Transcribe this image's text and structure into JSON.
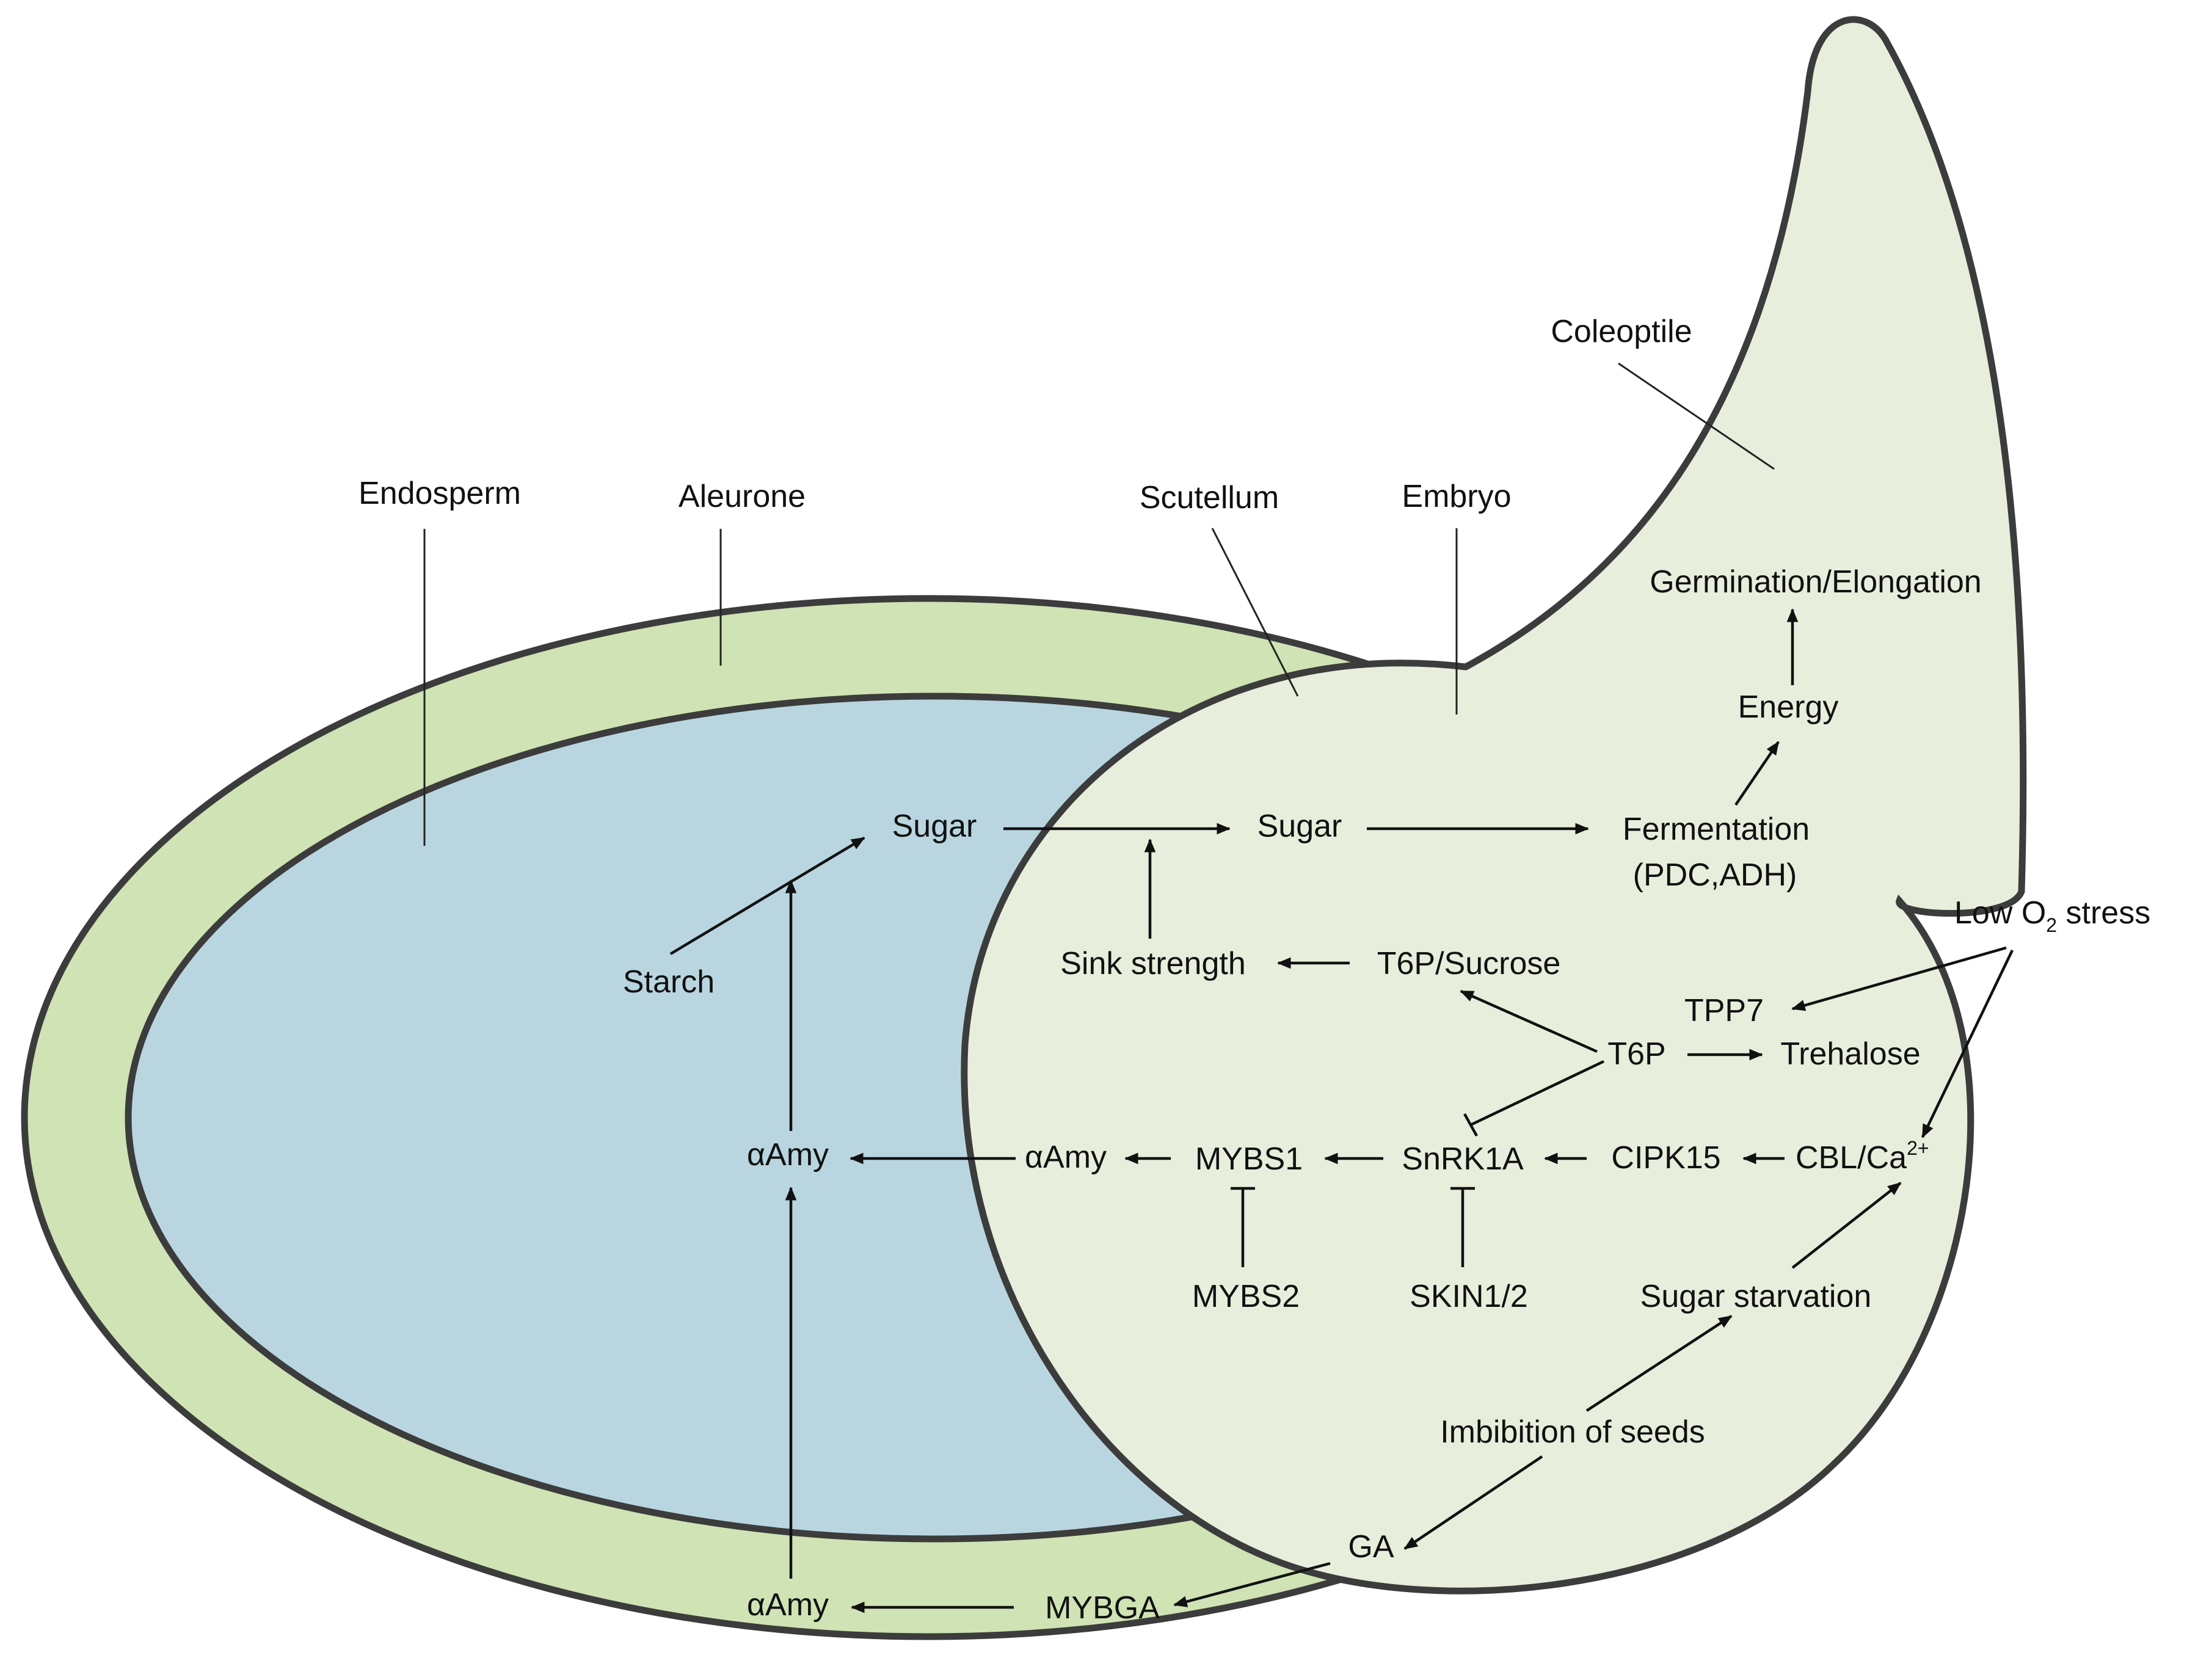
{
  "colors": {
    "aleurone": "#cfe3b4",
    "endosperm": "#b9d6e0",
    "embryo": "#e8eedc",
    "outline": "#3c3c3c",
    "text": "#111111"
  },
  "regions": {
    "endosperm": "Endosperm",
    "aleurone": "Aleurone",
    "scutellum": "Scutellum",
    "embryo": "Embryo",
    "coleoptile": "Coleoptile"
  },
  "nodes": {
    "starch": "Starch",
    "sugar_endosperm": "Sugar",
    "sugar_embryo": "Sugar",
    "fermentation": "Fermentation",
    "fermentation_enzymes": "(PDC,ADH)",
    "energy": "Energy",
    "germination": "Germination/Elongation",
    "sink_strength": "Sink strength",
    "t6p_sucrose": "T6P/Sucrose",
    "tpp7": "TPP7",
    "t6p": "T6P",
    "trehalose": "Trehalose",
    "amy_endosperm": "αAmy",
    "amy_scutellum": "αAmy",
    "mybs1": "MYBS1",
    "snrk1a": "SnRK1A",
    "cipk15": "CIPK15",
    "cbl_ca": "CBL/Ca",
    "cbl_ca_sup": "2+",
    "mybs2": "MYBS2",
    "skin": "SKIN1/2",
    "sugar_starvation": "Sugar starvation",
    "imbibition": "Imbibition of seeds",
    "ga": "GA",
    "amy_aleurone": "αAmy",
    "mybga": "MYBGA",
    "low_o2_prefix": "Low O",
    "low_o2_sub": "2",
    "low_o2_suffix": " stress"
  }
}
